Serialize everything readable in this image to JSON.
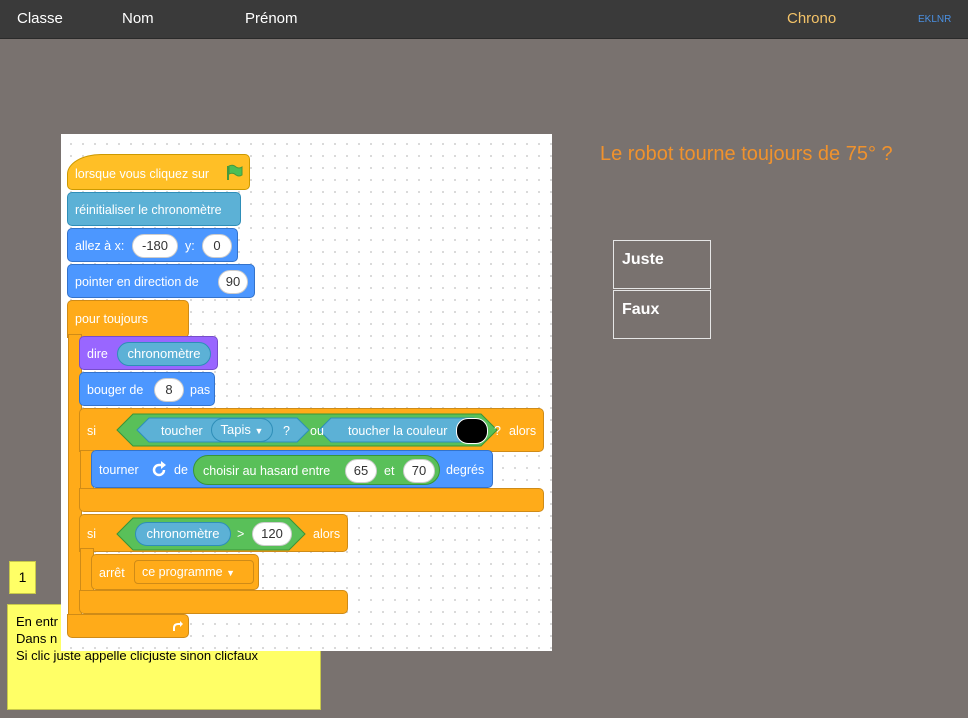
{
  "header": {
    "classe": "Classe",
    "nom": "Nom",
    "prenom": "Prénom",
    "chrono": "Chrono",
    "code": "EKLNR"
  },
  "question": "Le robot tourne toujours de 75° ?",
  "answers": {
    "juste": "Juste",
    "faux": "Faux"
  },
  "note": {
    "number": "1",
    "lines": [
      "En entr",
      "Dans n",
      "Si clic juste appelle clicjuste sinon clicfaux"
    ]
  },
  "script": {
    "hat": "lorsque vous cliquez sur",
    "reset_timer": "réinitialiser le chronomètre",
    "goto_label": "allez à x:",
    "goto_x": "-180",
    "goto_y_label": "y:",
    "goto_y": "0",
    "point_label": "pointer en direction de",
    "point_value": "90",
    "forever": "pour toujours",
    "say_label": "dire",
    "say_value": "chronomètre",
    "move_label": "bouger de",
    "move_value": "8",
    "move_unit": "pas",
    "if1_label": "si",
    "touch_label": "toucher",
    "touch_value": "Tapis",
    "q1": "?",
    "or_label": "ou",
    "touch_color_label": "toucher la couleur",
    "q2": "?",
    "then1": "alors",
    "turn_label": "tourner",
    "turn_de": "de",
    "random_label": "choisir au hasard entre",
    "random_min": "65",
    "random_and": "et",
    "random_max": "70",
    "degrees": "degrés",
    "if2_label": "si",
    "timer_reporter": "chronomètre",
    "gt": ">",
    "threshold": "120",
    "then2": "alors",
    "stop_label": "arrêt",
    "stop_value": "ce programme"
  },
  "colors": {
    "background": "#79726f",
    "topbar": "#3a3a3a",
    "chrono": "#f4c368",
    "question": "#f0922d",
    "note": "#ffff66"
  }
}
